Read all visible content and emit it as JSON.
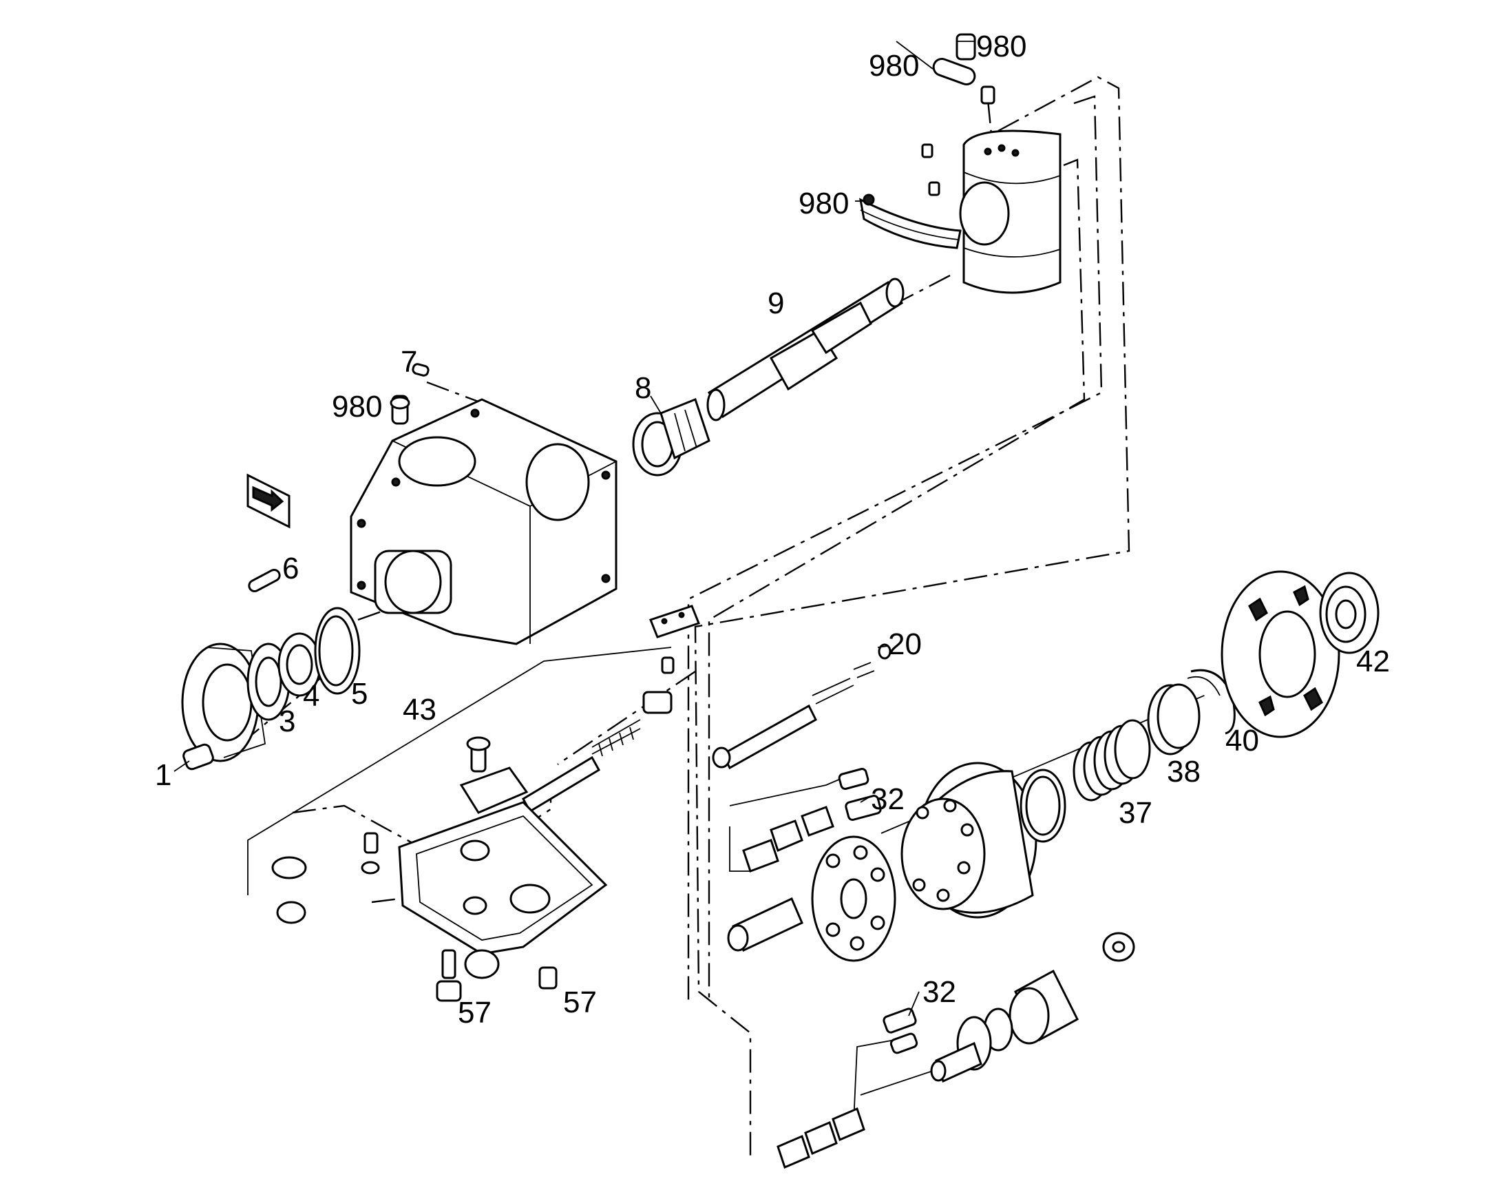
{
  "callouts": {
    "c1": "1",
    "c3": "3",
    "c4": "4",
    "c5": "5",
    "c6": "6",
    "c7": "7",
    "c8": "8",
    "c9": "9",
    "c20": "20",
    "c32a": "32",
    "c32b": "32",
    "c37": "37",
    "c38": "38",
    "c40": "40",
    "c42": "42",
    "c43": "43",
    "c57a": "57",
    "c57b": "57",
    "c980a": "980",
    "c980b": "980",
    "c980c": "980",
    "c980d": "980"
  }
}
